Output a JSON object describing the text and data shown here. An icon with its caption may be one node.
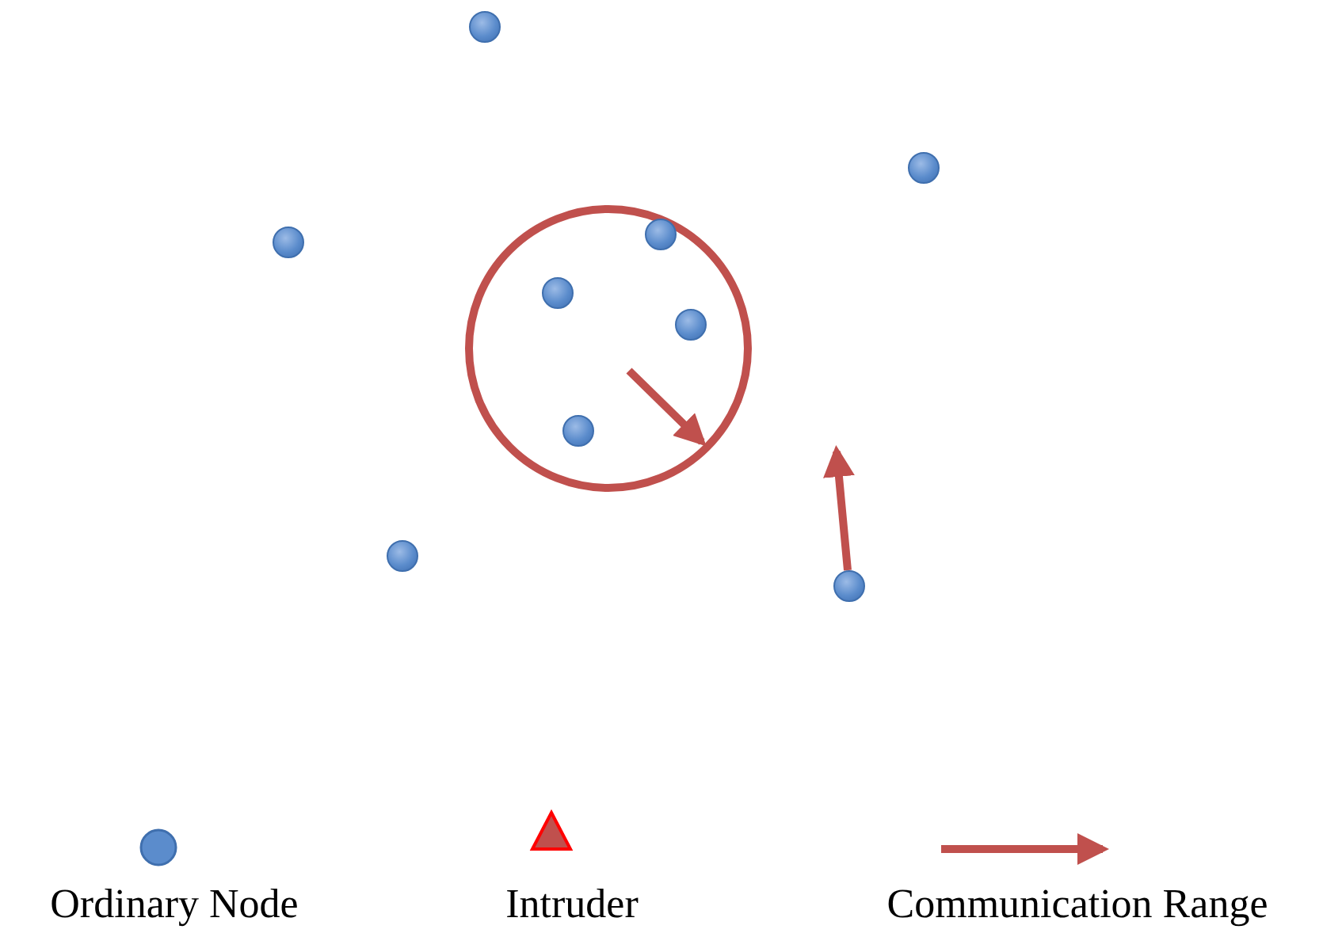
{
  "diagram": {
    "nodes": [
      {
        "text": [],
        "shape": "circle"
      },
      {
        "text": [],
        "shape": "circle"
      },
      {
        "text": [],
        "shape": "circle"
      },
      {
        "text": [],
        "shape": "circle"
      },
      {
        "text": [],
        "shape": "circle"
      },
      {
        "text": [],
        "shape": "circle"
      },
      {
        "text": [],
        "shape": "circle"
      },
      {
        "text": [],
        "shape": "circle"
      },
      {
        "text": [],
        "shape": "circle"
      }
    ],
    "legend": [
      {
        "text": "Ordinary Node"
      },
      {
        "text": "Intruder"
      },
      {
        "text": "Communication Range"
      }
    ]
  }
}
